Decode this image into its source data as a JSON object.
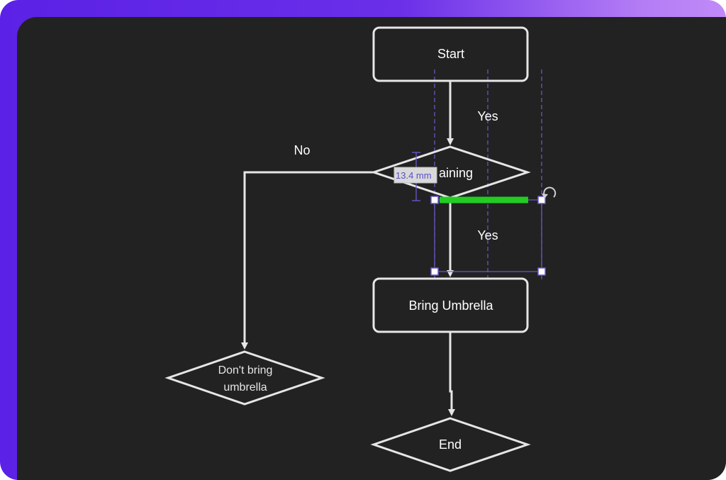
{
  "nodes": {
    "start": "Start",
    "raining": "aining",
    "bring_umbrella": "Bring Umbrella",
    "dont_bring_line1": "Don't bring",
    "dont_bring_line2": "umbrella",
    "end": "End"
  },
  "edges": {
    "start_yes": "Yes",
    "raining_no": "No",
    "raining_yes": "Yes"
  },
  "selection": {
    "dimension_readout": "13.4 mm"
  },
  "colors": {
    "canvas": "#222222",
    "shape_stroke": "#e6e6e6",
    "guide": "#6a5acd",
    "selected_connector": "#22cc22"
  },
  "icons": {
    "rotate": "rotate-handle-icon"
  }
}
